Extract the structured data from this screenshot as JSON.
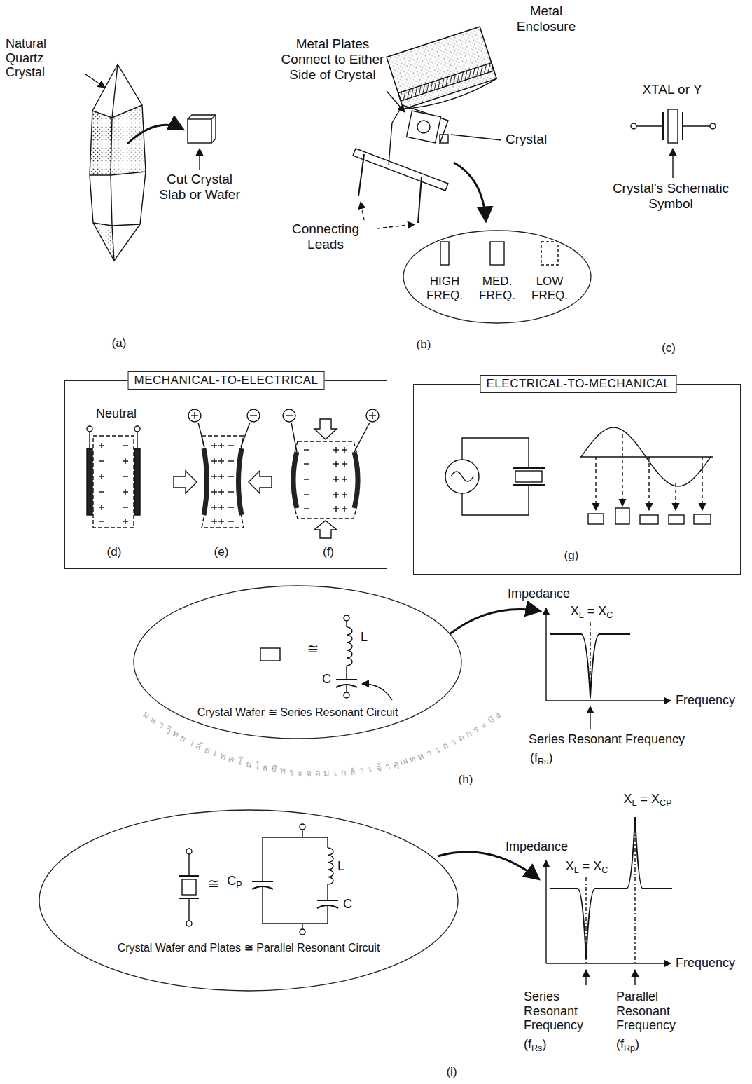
{
  "diagram": {
    "nodes": [
      {
        "text": [
          "HIGH FREQ.",
          "MED. FREQ.",
          "LOW FREQ."
        ]
      },
      {
        "text": [
          "MECHANICAL-TO-ELECTRICAL",
          "Neutral",
          "(d)",
          "(e)",
          "(f)"
        ]
      },
      {
        "text": [
          "ELECTRICAL-TO-MECHANICAL",
          "(g)"
        ]
      },
      {
        "text": [
          "Crystal Wafer ≅ Series Resonant Circuit",
          "≅",
          "L",
          "C"
        ]
      },
      {
        "text": [
          "Crystal Wafer and Plates ≅ Parallel Resonant Circuit",
          "≅",
          "CP",
          "L",
          "C"
        ]
      }
    ],
    "labels": [
      "Natural Quartz Crystal",
      "Cut Crystal Slab or Wafer",
      "Metal Enclosure",
      "Metal Plates Connect to Either Side of Crystal",
      "Crystal",
      "XTAL or Y",
      "Connecting Leads",
      "Crystal's Schematic Symbol",
      "(a)",
      "(b)",
      "(c)",
      "Impedance",
      "XL = XC",
      "Frequency",
      "Series Resonant Frequency",
      "(fRs)",
      "(h)",
      "XL = XCP",
      "Impedance",
      "XL = XC",
      "Frequency",
      "Series Resonant Frequency",
      "(fRs)",
      "Parallel Resonant Frequency",
      "(fRp)",
      "(i)",
      "มหาวิทยาลัยเทคโนโลยีพระจอมเกล้าเจ้าคุณทหารลาดกระบัง"
    ]
  }
}
